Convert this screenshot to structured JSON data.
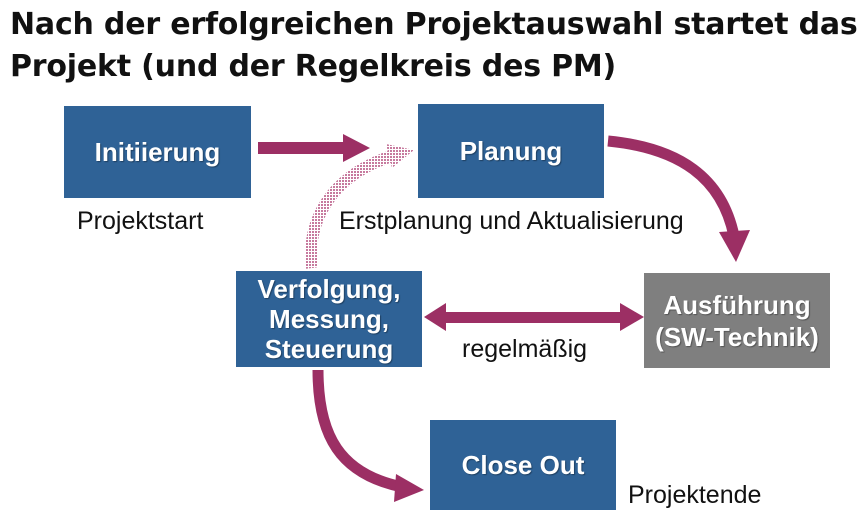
{
  "title": {
    "line1": "Nach der erfolgreichen Projektauswahl startet das",
    "line2": "Projekt (und der Regelkreis des PM)"
  },
  "boxes": {
    "initiierung": "Initiierung",
    "planung": "Planung",
    "verfolgung": [
      "Verfolgung,",
      "Messung,",
      "Steuerung"
    ],
    "ausfuehrung": [
      "Ausführung",
      "(SW-Technik)"
    ],
    "close_out": "Close Out"
  },
  "labels": {
    "projektstart": "Projektstart",
    "erstplanung": "Erstplanung und Aktualisierung",
    "regelmaessig": "regelmäßig",
    "projektende": "Projektende"
  },
  "colors": {
    "box_blue": "#2f6296",
    "box_gray": "#7f7f7f",
    "arrow": "#9c2f64",
    "arrow_faint": "#e3b8cd"
  }
}
